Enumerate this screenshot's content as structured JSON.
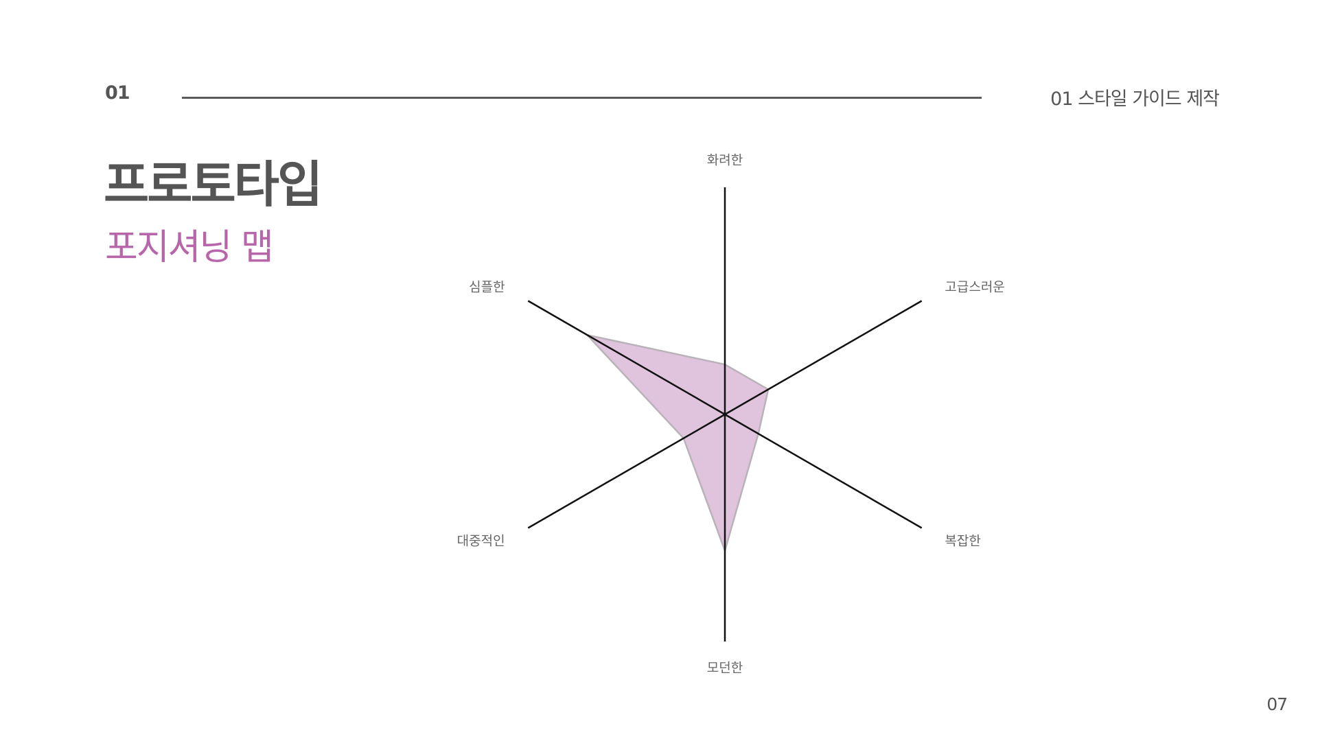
{
  "header": {
    "number": "01",
    "section": "01  스타일 가이드 제작"
  },
  "title": "프로토타입",
  "subtitle": "포지셔닝 맵",
  "page_number": "07",
  "colors": {
    "accent": "#b866aa",
    "fill": "#e0c3dc",
    "fill_stroke": "#b9b3b9",
    "axis": "#111111",
    "text": "#555555"
  },
  "chart_data": {
    "type": "radar",
    "axes": [
      "화려한",
      "고급스러운",
      "복잡한",
      "모던한",
      "대중적인",
      "심플한"
    ],
    "values": [
      0.22,
      0.22,
      0.17,
      0.6,
      0.21,
      0.7
    ],
    "range": [
      0,
      1
    ],
    "legend": false,
    "grid": false
  }
}
